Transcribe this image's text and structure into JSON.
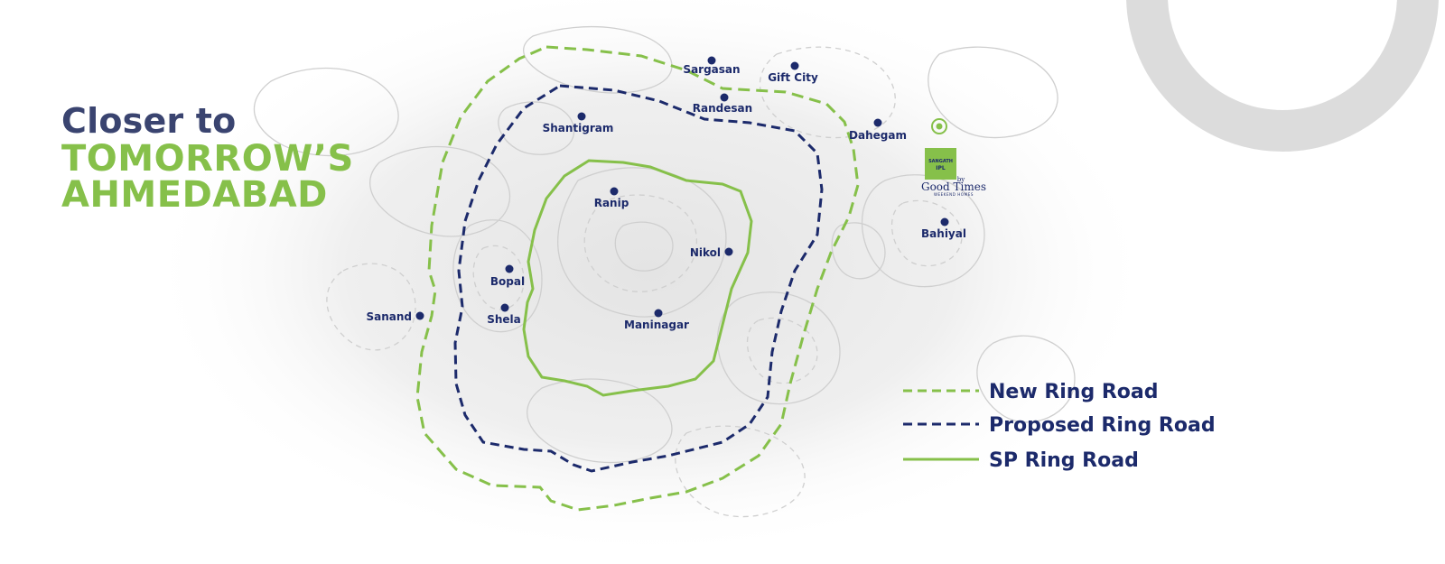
{
  "colors": {
    "navy": "#1c2a6b",
    "green": "#86c04a",
    "grey_ring": "#dcdcdc",
    "contour": "#cfcfcf",
    "headline_navy": "#3a4470"
  },
  "headline": {
    "line1": "Closer to",
    "line2": "TOMORROW’S",
    "line3": "AHMEDABAD"
  },
  "places": [
    {
      "name": "Sargasan"
    },
    {
      "name": "Gift City"
    },
    {
      "name": "Randesan"
    },
    {
      "name": "Shantigram"
    },
    {
      "name": "Dahegam"
    },
    {
      "name": "Ranip"
    },
    {
      "name": "Bahiyal"
    },
    {
      "name": "Nikol"
    },
    {
      "name": "Bopal"
    },
    {
      "name": "Shela"
    },
    {
      "name": "Sanand"
    },
    {
      "name": "Maninagar"
    }
  ],
  "logo": {
    "icon": "target-pin-icon",
    "brand_top": "SANGATH",
    "brand_bottom": "IPL",
    "by": "by",
    "name": "Good Times",
    "tagline": "WEEKEND HOMES"
  },
  "legend": {
    "items": [
      {
        "label": "New Ring Road",
        "style": "dashed",
        "color": "#86c04a"
      },
      {
        "label": "Proposed Ring Road",
        "style": "dashed",
        "color": "#1c2a6b"
      },
      {
        "label": "SP Ring Road",
        "style": "solid",
        "color": "#86c04a"
      }
    ]
  }
}
